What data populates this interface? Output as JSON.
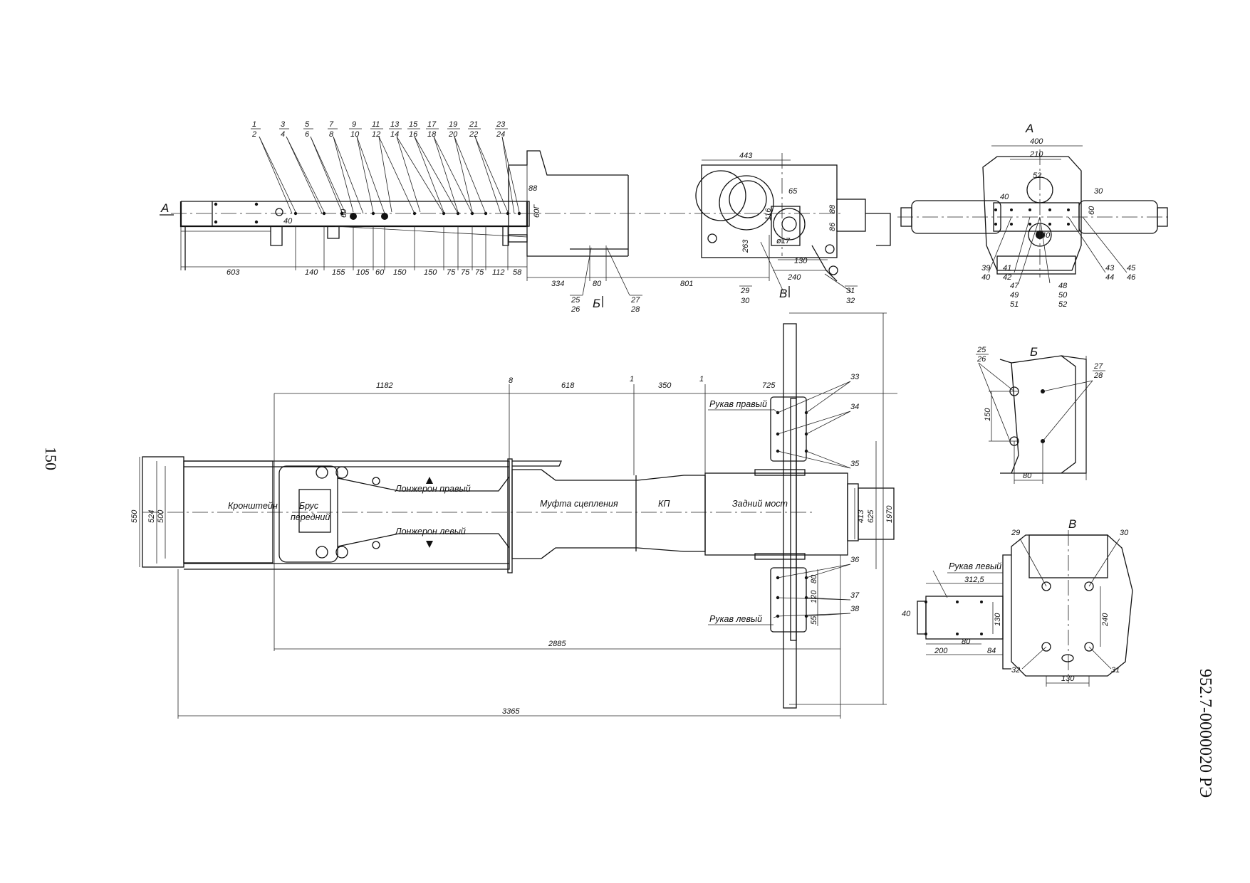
{
  "page": {
    "number": "150",
    "document_code": "952.7-0000020 РЭ"
  },
  "side_view": {
    "callouts": [
      [
        "1",
        "2"
      ],
      [
        "3",
        "4"
      ],
      [
        "5",
        "6"
      ],
      [
        "7",
        "8"
      ],
      [
        "9",
        "10"
      ],
      [
        "11",
        "12"
      ],
      [
        "13",
        "14"
      ],
      [
        "15",
        "16"
      ],
      [
        "17",
        "18"
      ],
      [
        "19",
        "20"
      ],
      [
        "21",
        "22"
      ],
      [
        "23",
        "24"
      ]
    ],
    "dims_top": [
      "603",
      "140",
      "155",
      "105",
      "60",
      "150",
      "150",
      "75",
      "75",
      "75",
      "112",
      "58"
    ],
    "dims_mid": [
      "334",
      "80",
      "801"
    ],
    "dims_misc": {
      "d443": "443",
      "d88a": "88",
      "d60r": "60Г",
      "d40": "40",
      "d60": "60",
      "d65": "65",
      "d86": "86",
      "d88b": "88",
      "d116": "116",
      "phi17": "ø17",
      "d263": "263",
      "d130": "130",
      "d240": "240"
    },
    "section_a": "А",
    "section_b": "Б",
    "section_v": "В",
    "callouts_bottom": [
      [
        "25",
        "26"
      ],
      [
        "27",
        "28"
      ],
      [
        "29",
        "30"
      ],
      [
        "31",
        "32"
      ]
    ]
  },
  "view_a": {
    "title": "А",
    "dims": {
      "d400": "400",
      "d210": "210",
      "d52": "52",
      "d40a": "40",
      "d30": "30",
      "d60": "60",
      "d40b": "40"
    },
    "callouts": [
      [
        "39",
        "40"
      ],
      [
        "41",
        "42"
      ],
      [
        "47",
        "49",
        "51"
      ],
      [
        "48",
        "50",
        "52"
      ],
      [
        "43",
        "44"
      ],
      [
        "45",
        "46"
      ]
    ]
  },
  "plan_view": {
    "dims_top": {
      "d1182": "1182",
      "d8": "8",
      "d618": "618",
      "d1a": "1",
      "d350": "350",
      "d1b": "1",
      "d725": "725"
    },
    "dims_left": [
      "550",
      "524",
      "500"
    ],
    "dims_right": [
      "413",
      "625",
      "1970"
    ],
    "dims_bottom": {
      "d2885": "2885",
      "d3365": "3365"
    },
    "dims_arm": [
      "80",
      "120",
      "55"
    ],
    "labels": {
      "bracket": "Кронштейн",
      "beam1": "Брус",
      "beam2": "передний",
      "spar_right": "Лонжерон правый",
      "spar_left": "Лонжерон левый",
      "clutch": "Муфта сцепления",
      "gearbox": "КП",
      "rear_axle": "Задний мост",
      "arm_right": "Рукав правый",
      "arm_left": "Рукав левый"
    },
    "callouts": [
      "33",
      "34",
      "35",
      "36",
      "37",
      "38"
    ]
  },
  "view_b": {
    "title": "Б",
    "callouts": [
      [
        "25",
        "26"
      ],
      [
        "27",
        "28"
      ]
    ],
    "dims": [
      "150",
      "80"
    ]
  },
  "view_v": {
    "title": "В",
    "arm_label": "Рукав левый",
    "dims": {
      "d312": "312,5",
      "d40": "40",
      "d130v": "130",
      "d240": "240",
      "d200": "200",
      "d80": "80",
      "d84": "84",
      "d130h": "130"
    },
    "callouts": [
      "29",
      "30",
      "32",
      "31"
    ]
  }
}
